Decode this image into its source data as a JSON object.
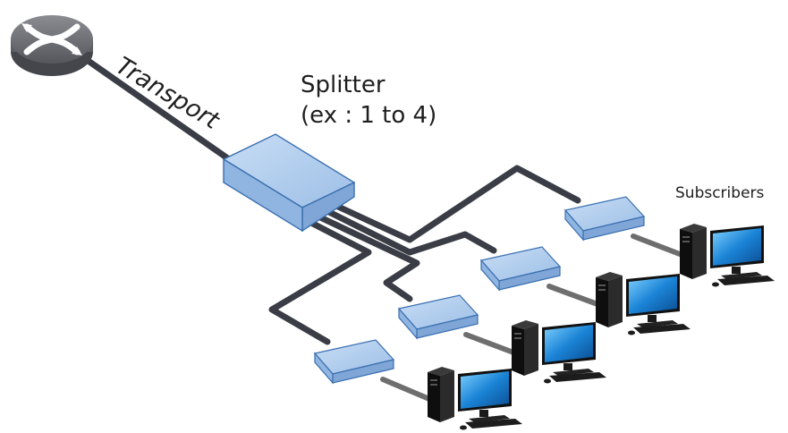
{
  "labels": {
    "transport": "Transport",
    "splitter": "Splitter",
    "ratio": "(ex : 1 to 4)",
    "subscribers": "Subscribers"
  },
  "icons": [
    "router-icon",
    "splitter-box",
    "onu-box",
    "computer-icon"
  ],
  "colors": {
    "cable": "#3a3d45",
    "drop_cable": "#6e6e6e",
    "box_fill": "#a9c9ec",
    "box_edge": "#3a6fb0",
    "router": "#6f7177",
    "screen": "#1d86d1"
  }
}
